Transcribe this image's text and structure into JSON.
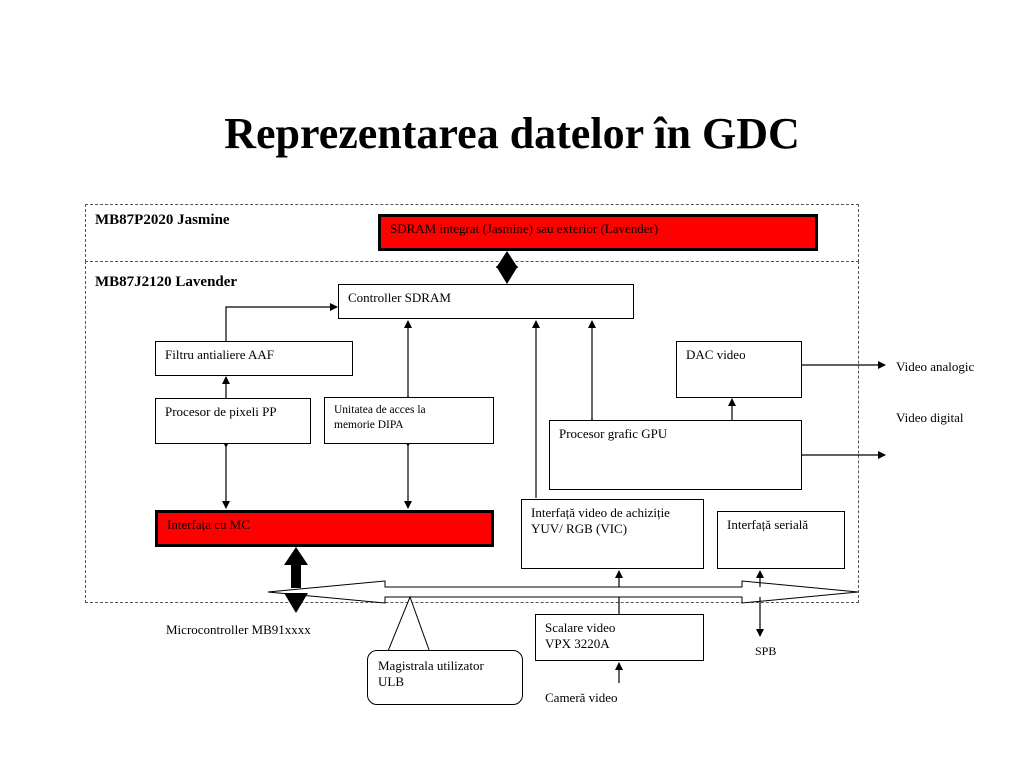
{
  "title": "Reprezentarea datelor în GDC",
  "zones": {
    "jasmine": "MB87P2020 Jasmine",
    "lavender": "MB87J2120 Lavender"
  },
  "blocks": {
    "sdram": "SDRAM integrat (Jasmine) sau exterior (Lavender)",
    "controller": "Controller SDRAM",
    "aaf": "Filtru antialiere AAF",
    "pp": "Procesor de pixeli PP",
    "dipa_l1": "Unitatea de acces la",
    "dipa_l2": "memorie DIPA",
    "dac": "DAC video",
    "gpu": "Procesor grafic GPU",
    "mc": "Interfața cu MC",
    "vic_l1": "Interfață video de achiziție",
    "vic_l2": "YUV/ RGB (VIC)",
    "serial": "Interfață serială",
    "scaler_l1": "Scalare video",
    "scaler_l2": "VPX 3220A"
  },
  "labels": {
    "video_analog": "Video analogic",
    "video_digital": "Video digital",
    "micro": "Microcontroller MB91xxxx",
    "spb": "SPB",
    "camera": "Cameră video",
    "ulb_l1": "Magistrala utilizator",
    "ulb_l2": "ULB"
  },
  "colors": {
    "highlight": "#ff0000",
    "line": "#000000"
  }
}
